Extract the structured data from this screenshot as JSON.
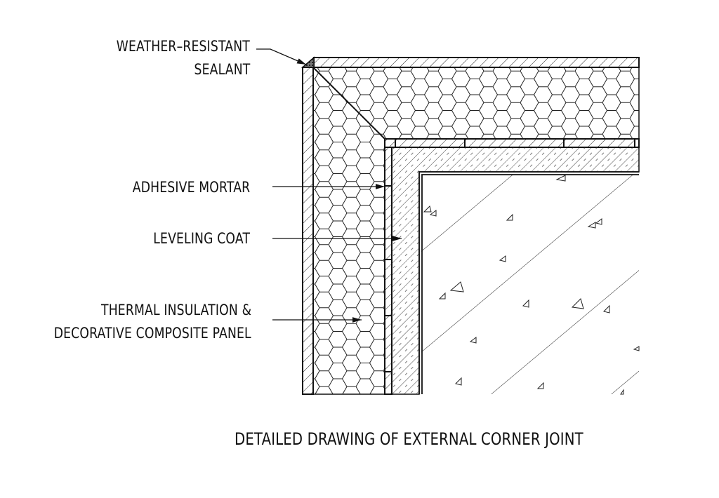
{
  "labels": {
    "sealant_line1": "WEATHER–RESISTANT",
    "sealant_line2": "SEALANT",
    "adhesive_mortar": "ADHESIVE MORTAR",
    "leveling_coat": "LEVELING COAT",
    "panel_line1": "THERMAL INSULATION &",
    "panel_line2": "DECORATIVE COMPOSITE PANEL"
  },
  "title": "DETAILED DRAWING OF EXTERNAL CORNER JOINT"
}
